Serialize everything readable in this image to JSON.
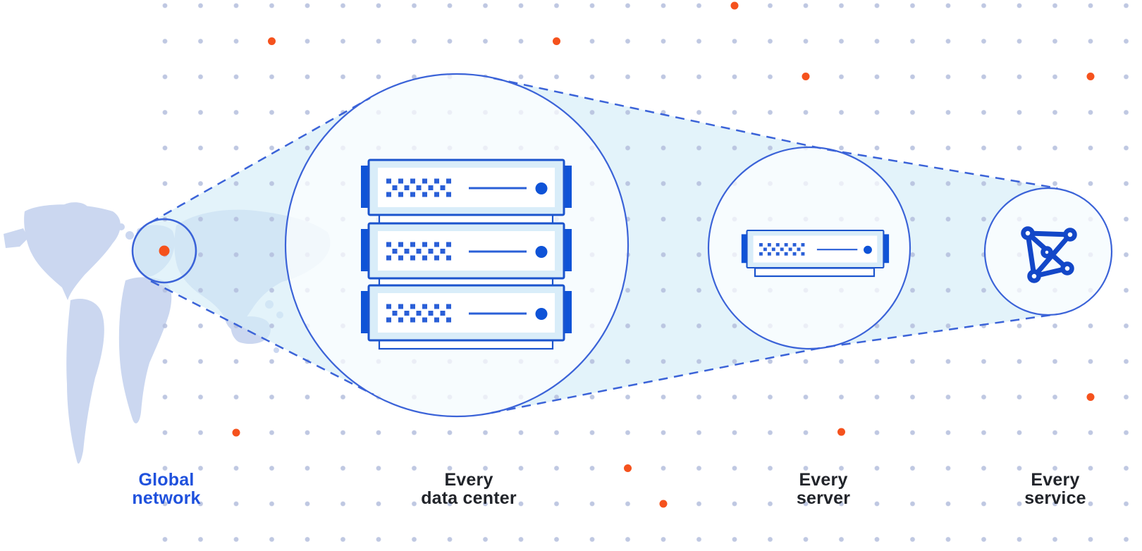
{
  "diagram": {
    "title": "Global network to service zoom diagram",
    "stages": [
      {
        "id": "global-network",
        "label_line1": "Global",
        "label_line2": "network",
        "icon": "world-map-highlight-icon"
      },
      {
        "id": "every-data-center",
        "label_line1": "Every",
        "label_line2": "data center",
        "icon": "server-rack-icon"
      },
      {
        "id": "every-server",
        "label_line1": "Every",
        "label_line2": "server",
        "icon": "server-unit-icon"
      },
      {
        "id": "every-service",
        "label_line1": "Every",
        "label_line2": "service",
        "icon": "network-mesh-icon"
      }
    ]
  },
  "palette": {
    "accent_blue": "#3b63d8",
    "server_blue": "#1b54cd",
    "server_solid": "#0f53d7",
    "square_blue": "#2a5fd7",
    "mesh_blue": "#1347c8",
    "server_fill": "#d9edf9",
    "cone_cyan": "#d5edf8",
    "map_fill": "#cbd7f0",
    "dot_gray": "#b4bedd",
    "orange": "#f5521d",
    "label_dark": "#21242a",
    "label_blue": "#1f51dd"
  }
}
